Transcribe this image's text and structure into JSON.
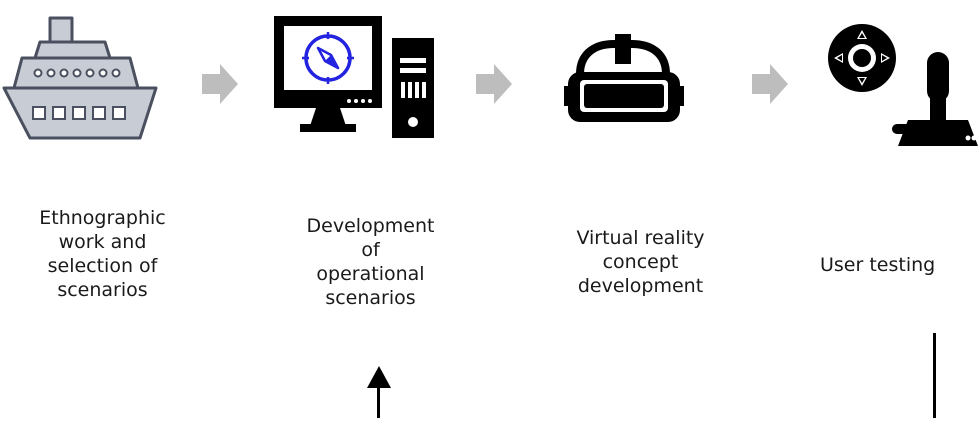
{
  "stages": [
    {
      "icon": "ship-icon",
      "label": "Ethnographic\nwork and\nselection of\nscenarios"
    },
    {
      "icon": "computer-compass-icon",
      "label": "Development\nof\noperational\nscenarios"
    },
    {
      "icon": "vr-headset-icon",
      "label": "Virtual reality\nconcept\ndevelopment"
    },
    {
      "icon": "joystick-dpad-icon",
      "label": "User testing"
    }
  ],
  "colors": {
    "ship_fill": "#c8ccd4",
    "ship_stroke": "#4a5060",
    "compass_blue": "#2424e0",
    "arrow_gray": "#bdbdbd",
    "ink": "#000000"
  }
}
